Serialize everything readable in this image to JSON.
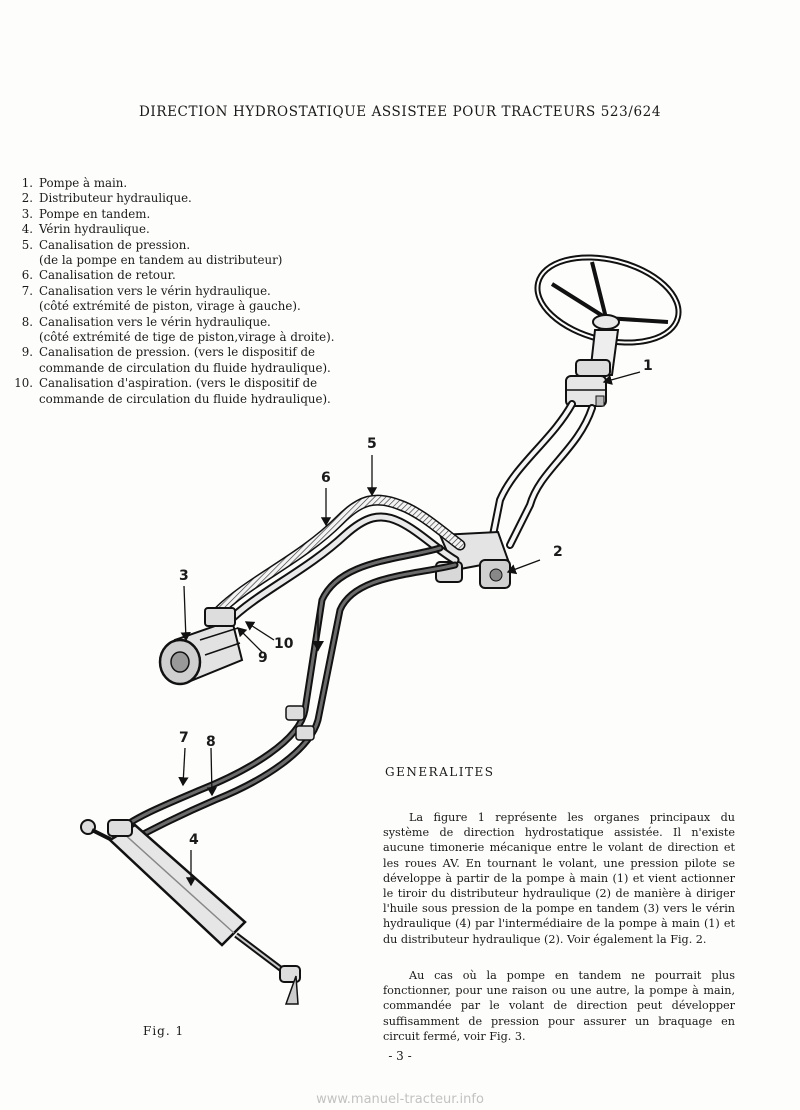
{
  "document": {
    "title": "DIRECTION HYDROSTATIQUE ASSISTEE POUR TRACTEURS 523/624",
    "legend": [
      {
        "num": "1.",
        "lines": [
          "Pompe à main."
        ]
      },
      {
        "num": "2.",
        "lines": [
          "Distributeur hydraulique."
        ]
      },
      {
        "num": "3.",
        "lines": [
          "Pompe en tandem."
        ]
      },
      {
        "num": "4.",
        "lines": [
          "Vérin hydraulique."
        ]
      },
      {
        "num": "5.",
        "lines": [
          "Canalisation de pression.",
          "(de la pompe en tandem au distributeur)"
        ]
      },
      {
        "num": "6.",
        "lines": [
          "Canalisation de retour."
        ]
      },
      {
        "num": "7.",
        "lines": [
          "Canalisation vers le vérin hydraulique.",
          "(côté extrémité de piston, virage à gauche)."
        ]
      },
      {
        "num": "8.",
        "lines": [
          "Canalisation vers le vérin hydraulique.",
          "(côté extrémité de tige de piston,virage à droite)."
        ]
      },
      {
        "num": "9.",
        "lines": [
          "Canalisation de pression. (vers le dispositif de",
          "commande de circulation du fluide hydraulique)."
        ]
      },
      {
        "num": "10.",
        "lines": [
          "Canalisation d'aspiration. (vers le dispositif de",
          "commande de circulation du fluide hydraulique)."
        ]
      }
    ],
    "generalites_heading": "GENERALITES",
    "paragraphs": [
      "La figure 1 représente les organes principaux du système de direction hydrostatique assistée. Il n'existe aucune timonerie mécanique entre le volant de direction et les roues AV. En tournant le volant, une pression pilote se développe à partir de la pompe à main (1) et vient actionner le tiroir du distributeur hydraulique (2) de manière à diriger l'huile sous pression de la pompe en tandem (3) vers le vérin hydraulique (4) par l'intermédiaire de la pompe à main (1) et du distributeur hydraulique (2). Voir également la Fig. 2.",
      "Au cas où la pompe en tandem ne pourrait plus fonctionner, pour une raison ou une autre, la pompe à main, commandée par le volant de direction peut développer suffisamment de pression pour assurer un braquage en circuit fermé, voir Fig. 3."
    ],
    "figure_caption": "Fig. 1",
    "page_number": "- 3 -",
    "watermark": "www.manuel-tracteur.info"
  },
  "figure": {
    "callouts": [
      "1",
      "2",
      "3",
      "4",
      "5",
      "6",
      "7",
      "8",
      "9",
      "10"
    ]
  }
}
